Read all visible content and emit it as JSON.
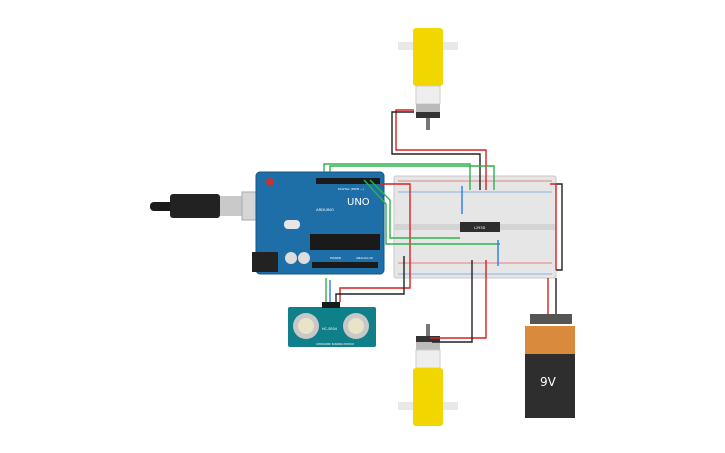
{
  "arduino": {
    "brand": "UNO",
    "sub": "ARDUINO",
    "digital_label": "DIGITAL (PWM ~)",
    "power_label": "POWER",
    "analog_label": "ANALOG IN"
  },
  "driver_chip": {
    "label": "L293D"
  },
  "sensor": {
    "label": "HC-SR04",
    "footer": "ULTRASONIC RANGING MODULE"
  },
  "battery": {
    "label": "9V"
  },
  "colors": {
    "board": "#1e6fa8",
    "breadboard": "#e6e6e6",
    "motor": "#f2d600",
    "battery_top": "#d98a3c",
    "battery_body": "#2e2e2e",
    "wire_red": "#d92020",
    "wire_black": "#222222",
    "wire_green": "#2db34a",
    "wire_blue": "#2a7de1"
  }
}
